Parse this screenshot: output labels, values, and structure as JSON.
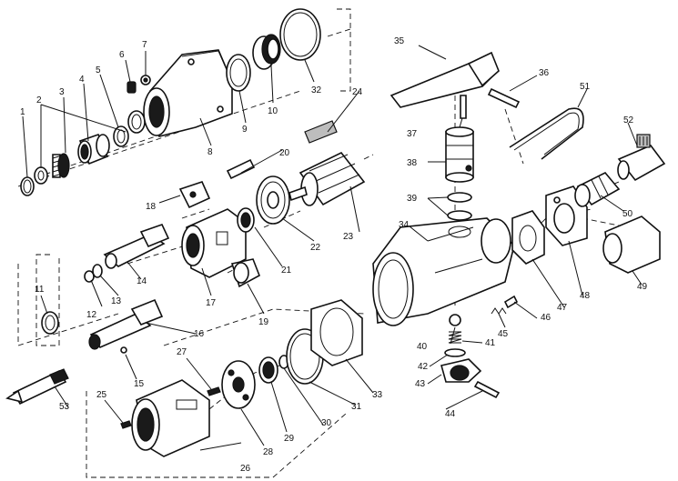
{
  "part_numbers": [
    "1",
    "2",
    "3",
    "4",
    "5",
    "6",
    "7",
    "8",
    "9",
    "10",
    "11",
    "12",
    "13",
    "14",
    "15",
    "16",
    "17",
    "18",
    "19",
    "20",
    "21",
    "22",
    "23",
    "24",
    "25",
    "26",
    "27",
    "28",
    "29",
    "30",
    "31",
    "32",
    "33",
    "34",
    "35",
    "36",
    "37",
    "38",
    "39",
    "40",
    "41",
    "42",
    "43",
    "44",
    "45",
    "46",
    "47",
    "48",
    "49",
    "50",
    "51",
    "52",
    "53"
  ]
}
